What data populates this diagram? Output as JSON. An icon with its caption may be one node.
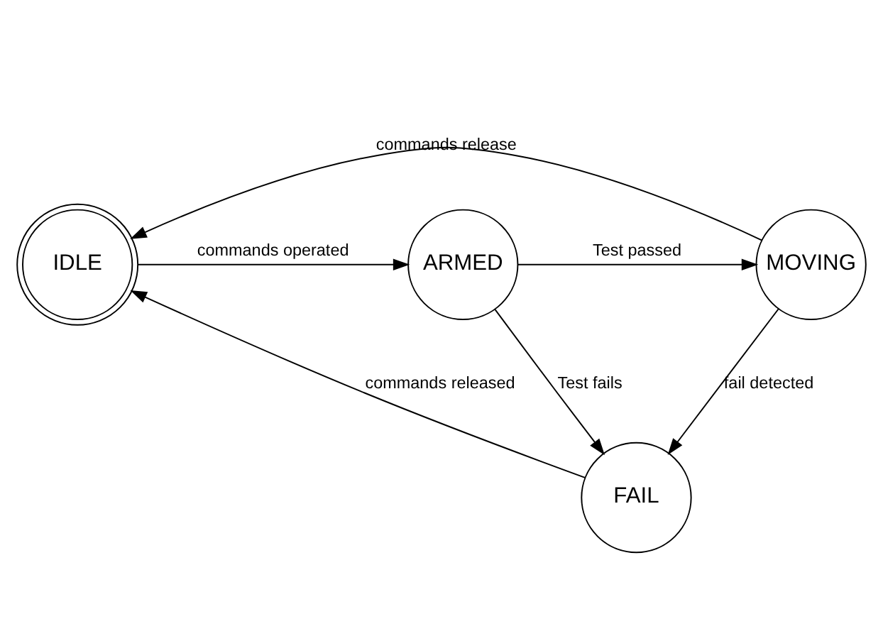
{
  "diagram": {
    "nodes": [
      {
        "text": [
          "IDLE"
        ]
      },
      {
        "text": [
          "ARMED"
        ]
      },
      {
        "text": [
          "MOVING"
        ]
      },
      {
        "text": [
          "FAIL"
        ]
      }
    ],
    "edges": [
      {
        "from": 0,
        "to": 1,
        "arrow": "to",
        "label": "commands operated"
      },
      {
        "from": 1,
        "to": 2,
        "arrow": "to",
        "label": "Test passed"
      },
      {
        "from": 2,
        "to": 0,
        "arrow": "to",
        "label": "commands release"
      },
      {
        "from": 1,
        "to": 3,
        "arrow": "to",
        "label": "Test fails"
      },
      {
        "from": 2,
        "to": 3,
        "arrow": "to",
        "label": "fail detected"
      },
      {
        "from": 3,
        "to": 0,
        "arrow": "to",
        "label": "commands released"
      }
    ]
  }
}
